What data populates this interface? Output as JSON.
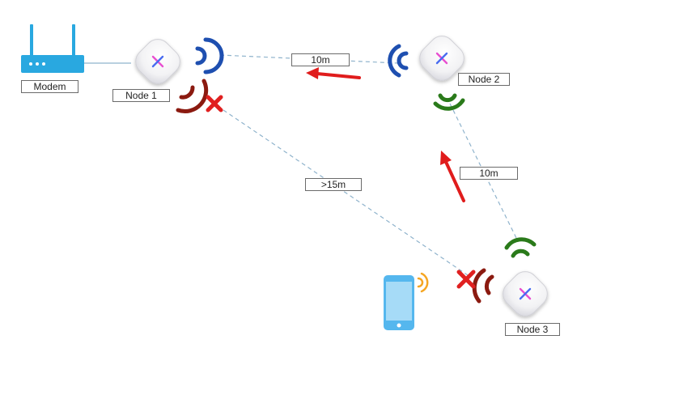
{
  "modem": {
    "label": "Modem"
  },
  "nodes": {
    "node1": {
      "label": "Node 1"
    },
    "node2": {
      "label": "Node 2"
    },
    "node3": {
      "label": "Node 3"
    }
  },
  "links": {
    "node1_node2": {
      "distance": "10m"
    },
    "node2_node3": {
      "distance": "10m"
    },
    "node1_node3": {
      "distance": ">15m"
    }
  },
  "colors": {
    "link_blue": "#1e4fb0",
    "link_green": "#2a7a1a",
    "link_red": "#8b1a10",
    "fail_x": "#e02020",
    "arrow": "#e01c1c",
    "dashed_line": "#8fb3cc",
    "modem": "#29a8e0",
    "phone": "#55b7ee",
    "phone_wifi": "#f5a623",
    "node_logo_pink": "#e84fd0",
    "node_logo_blue": "#4a6cf0"
  },
  "icons": {
    "modem": "router-icon",
    "node": "mesh-node-icon",
    "phone": "smartphone-icon",
    "signal": "wifi-signal-icon",
    "failure": "red-x-icon",
    "direction": "red-arrow-icon"
  }
}
